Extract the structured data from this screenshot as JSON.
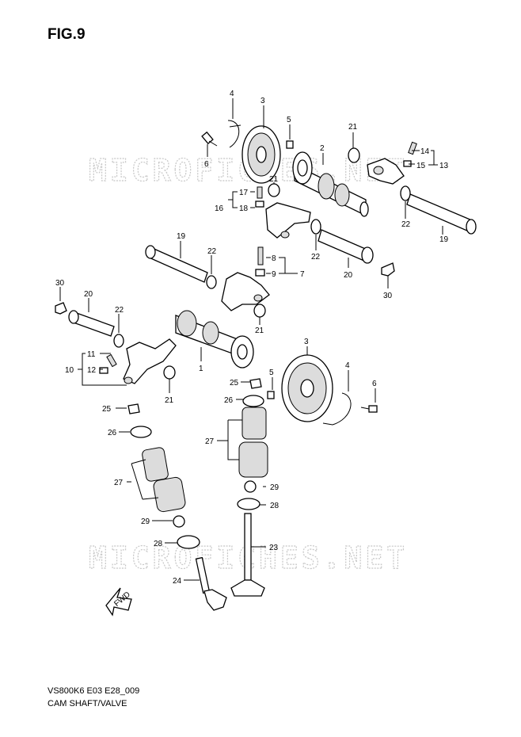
{
  "figure": {
    "title": "FIG.9",
    "code": "VS800K6 E03 E28_009",
    "caption": "CAM SHAFT/VALVE"
  },
  "watermark": {
    "text": "MICROFICHES.NET",
    "color": "#c7c7c7"
  },
  "front_arrow": "FWD",
  "callouts": [
    {
      "id": "c1",
      "label": "1"
    },
    {
      "id": "c2",
      "label": "2"
    },
    {
      "id": "c3a",
      "label": "3"
    },
    {
      "id": "c3b",
      "label": "3"
    },
    {
      "id": "c4a",
      "label": "4"
    },
    {
      "id": "c4b",
      "label": "4"
    },
    {
      "id": "c5a",
      "label": "5"
    },
    {
      "id": "c5b",
      "label": "5"
    },
    {
      "id": "c6a",
      "label": "6"
    },
    {
      "id": "c6b",
      "label": "6"
    },
    {
      "id": "c7",
      "label": "7"
    },
    {
      "id": "c8",
      "label": "8"
    },
    {
      "id": "c9",
      "label": "9"
    },
    {
      "id": "c10",
      "label": "10"
    },
    {
      "id": "c11",
      "label": "11"
    },
    {
      "id": "c12",
      "label": "12"
    },
    {
      "id": "c13",
      "label": "13"
    },
    {
      "id": "c14",
      "label": "14"
    },
    {
      "id": "c15",
      "label": "15"
    },
    {
      "id": "c16",
      "label": "16"
    },
    {
      "id": "c17",
      "label": "17"
    },
    {
      "id": "c18",
      "label": "18"
    },
    {
      "id": "c19a",
      "label": "19"
    },
    {
      "id": "c19b",
      "label": "19"
    },
    {
      "id": "c20a",
      "label": "20"
    },
    {
      "id": "c20b",
      "label": "20"
    },
    {
      "id": "c21a",
      "label": "21"
    },
    {
      "id": "c21b",
      "label": "21"
    },
    {
      "id": "c21c",
      "label": "21"
    },
    {
      "id": "c21d",
      "label": "21"
    },
    {
      "id": "c22a",
      "label": "22"
    },
    {
      "id": "c22b",
      "label": "22"
    },
    {
      "id": "c22c",
      "label": "22"
    },
    {
      "id": "c22d",
      "label": "22"
    },
    {
      "id": "c23",
      "label": "23"
    },
    {
      "id": "c24",
      "label": "24"
    },
    {
      "id": "c25a",
      "label": "25"
    },
    {
      "id": "c25b",
      "label": "25"
    },
    {
      "id": "c26a",
      "label": "26"
    },
    {
      "id": "c26b",
      "label": "26"
    },
    {
      "id": "c27a",
      "label": "27"
    },
    {
      "id": "c27b",
      "label": "27"
    },
    {
      "id": "c28a",
      "label": "28"
    },
    {
      "id": "c28b",
      "label": "28"
    },
    {
      "id": "c29a",
      "label": "29"
    },
    {
      "id": "c29b",
      "label": "29"
    },
    {
      "id": "c30a",
      "label": "30"
    },
    {
      "id": "c30b",
      "label": "30"
    }
  ]
}
